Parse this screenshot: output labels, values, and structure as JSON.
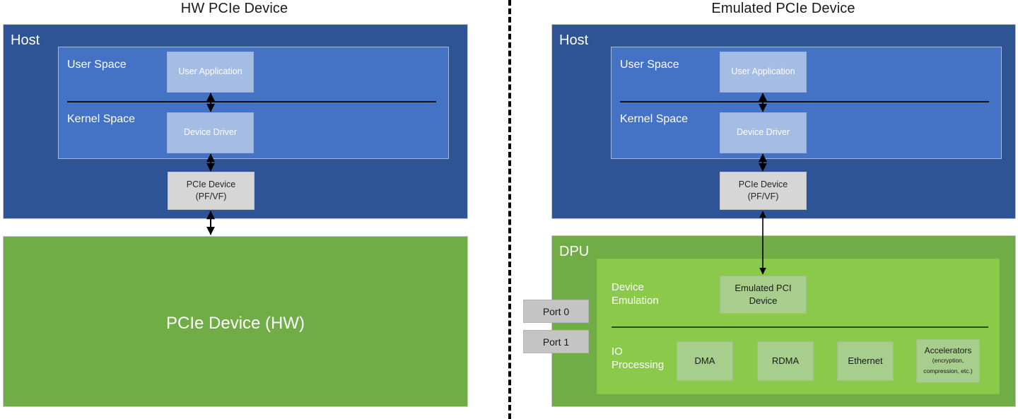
{
  "diagram": {
    "panels": [
      {
        "id": "hw",
        "title": "HW PCIe Device",
        "host": {
          "label": "Host",
          "os_panel": {
            "user_space_label": "User Space",
            "kernel_space_label": "Kernel Space",
            "user_application": "User Application",
            "device_driver": "Device Driver"
          },
          "pcie_device": {
            "line1": "PCIe Device",
            "line2": "(PF/VF)"
          }
        },
        "hw_device": {
          "label": "PCIe Device (HW)"
        }
      },
      {
        "id": "emulated",
        "title": "Emulated PCIe Device",
        "host": {
          "label": "Host",
          "os_panel": {
            "user_space_label": "User Space",
            "kernel_space_label": "Kernel Space",
            "user_application": "User Application",
            "device_driver": "Device Driver"
          },
          "pcie_device": {
            "line1": "PCIe Device",
            "line2": "(PF/VF)"
          }
        },
        "dpu": {
          "label": "DPU",
          "ports": [
            {
              "label": "Port 0"
            },
            {
              "label": "Port 1"
            }
          ],
          "device_emulation": {
            "row_label": "Device\nEmulation",
            "blocks": [
              {
                "line1": "Emulated PCI",
                "line2": "Device"
              }
            ]
          },
          "io_processing": {
            "row_label": "IO\nProcessing",
            "blocks": [
              {
                "line1": "DMA",
                "note1": "",
                "note2": ""
              },
              {
                "line1": "RDMA",
                "note1": "",
                "note2": ""
              },
              {
                "line1": "Ethernet",
                "note1": "",
                "note2": ""
              },
              {
                "line1": "Accelerators",
                "note1": "(encryption,",
                "note2": "compression, etc.)"
              }
            ]
          }
        }
      }
    ],
    "colors": {
      "host_blue": "#2E5496",
      "os_panel_blue": "#4472C4",
      "sub_blue": "#A5BCE5",
      "gray_box": "#D6D6D6",
      "dpu_green": "#70AD47",
      "dpu_inner_green": "#8BC94A",
      "green_sub": "#A8CE8E",
      "port_gray": "#C4C4C4",
      "arrow_black": "#000000",
      "divider_black": "#0D0D0D"
    }
  }
}
